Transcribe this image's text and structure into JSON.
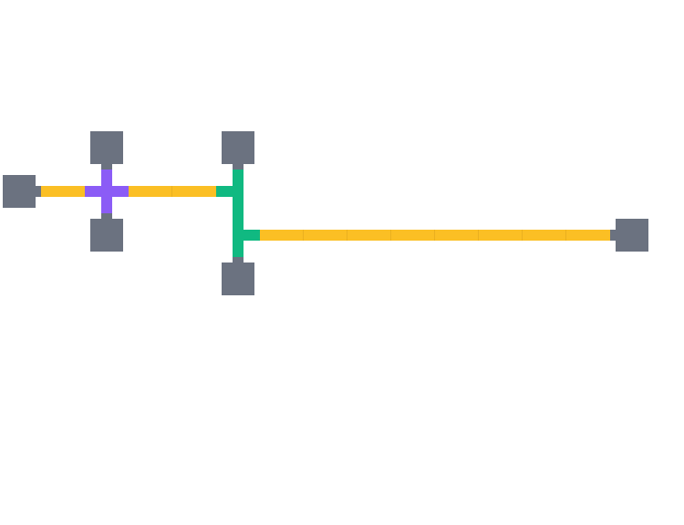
{
  "diagram": {
    "colors": {
      "node": "#6b7280",
      "wire": "#fbbf24",
      "cross_junction": "#8b5cf6",
      "tee_junction": "#10b981",
      "background": "#ffffff"
    },
    "nodes": [
      "node-left",
      "node-cross-top",
      "node-cross-bottom",
      "node-tee-top",
      "node-tee-bottom",
      "node-right"
    ],
    "junctions": [
      "cross-junction",
      "tee-junction"
    ]
  }
}
